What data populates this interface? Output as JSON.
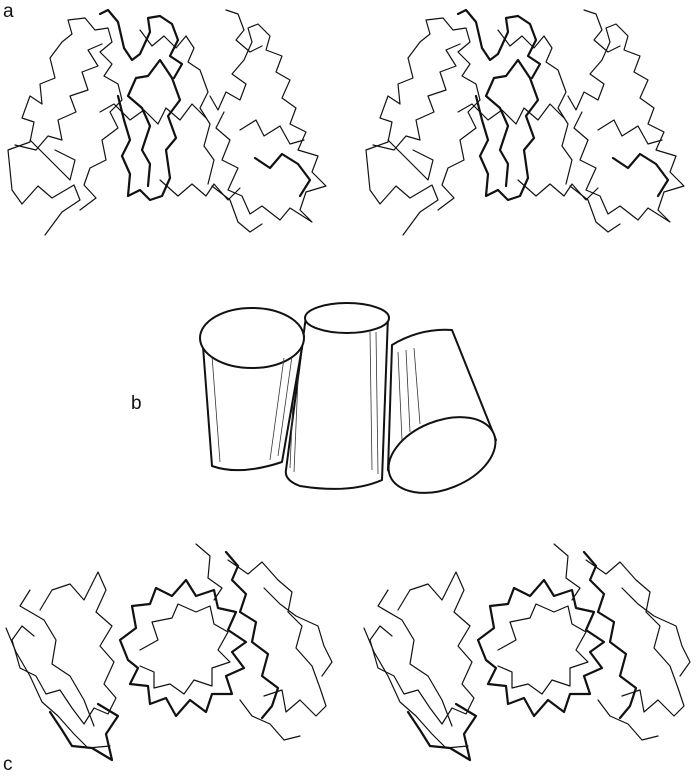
{
  "figure": {
    "panels": [
      {
        "id": "a",
        "label": "a",
        "description_shown": "stereo-pair-side-view"
      },
      {
        "id": "b",
        "label": "b",
        "description_shown": "three-cylinder-schematic"
      },
      {
        "id": "c",
        "label": "c",
        "description_shown": "stereo-pair-top-view"
      }
    ],
    "colors": {
      "ink": "#111111",
      "background": "#ffffff"
    }
  }
}
